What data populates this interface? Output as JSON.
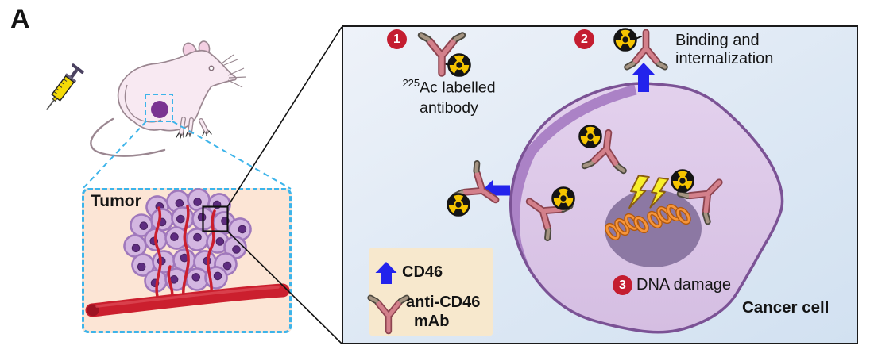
{
  "figure": {
    "label": "A"
  },
  "tumor_box": {
    "title": "Tumor"
  },
  "panel": {
    "step1": {
      "number": "1",
      "isotope": "225",
      "label": "Ac labelled",
      "label_line2": "antibody"
    },
    "step2": {
      "number": "2",
      "label_line1": "Binding and",
      "label_line2": "internalization"
    },
    "step3": {
      "number": "3",
      "label": "DNA damage"
    },
    "cancer_cell_label": "Cancer cell",
    "legend": {
      "cd46_label": "CD46",
      "mab_label_line1": "anti-CD46",
      "mab_label_line2": "mAb"
    }
  },
  "icons": {
    "radioactive": "radioactive-trefoil-icon",
    "antibody": "y-shaped-antibody-icon",
    "cd46_receptor": "blue-arrow-receptor-icon",
    "syringe": "syringe-icon",
    "lightning": "lightning-bolt-icon",
    "dna": "broken-dna-fragment-icon"
  },
  "colors": {
    "step_badge_red": "#c41d30",
    "cd46_arrow_blue": "#2323ec",
    "radioactive_yellow": "#f5c400",
    "antibody_pink": "#d3808b",
    "antibody_tip_gray": "#a59482",
    "cell_fill": "#dcc6e8",
    "cell_membrane": "#7b5295",
    "membrane_band": "#ab82c6",
    "nucleus": "#8c78a3",
    "dna_orange": "#f6953a",
    "bolt_yellow": "#f8ef2a",
    "vessel_red": "#cb1f2e",
    "tumor_cell_fill": "#d3b6e1",
    "tumor_cell_nucleus": "#5e2c80",
    "tumor_box_bg": "#fce5d5",
    "dashed_line_blue": "#3db4ea",
    "panel_bg": "#e3edf7",
    "legend_bg": "#f7e8cd",
    "mouse_pink": "#f8e9f2",
    "tumor_dot_purple": "#7a3391"
  }
}
